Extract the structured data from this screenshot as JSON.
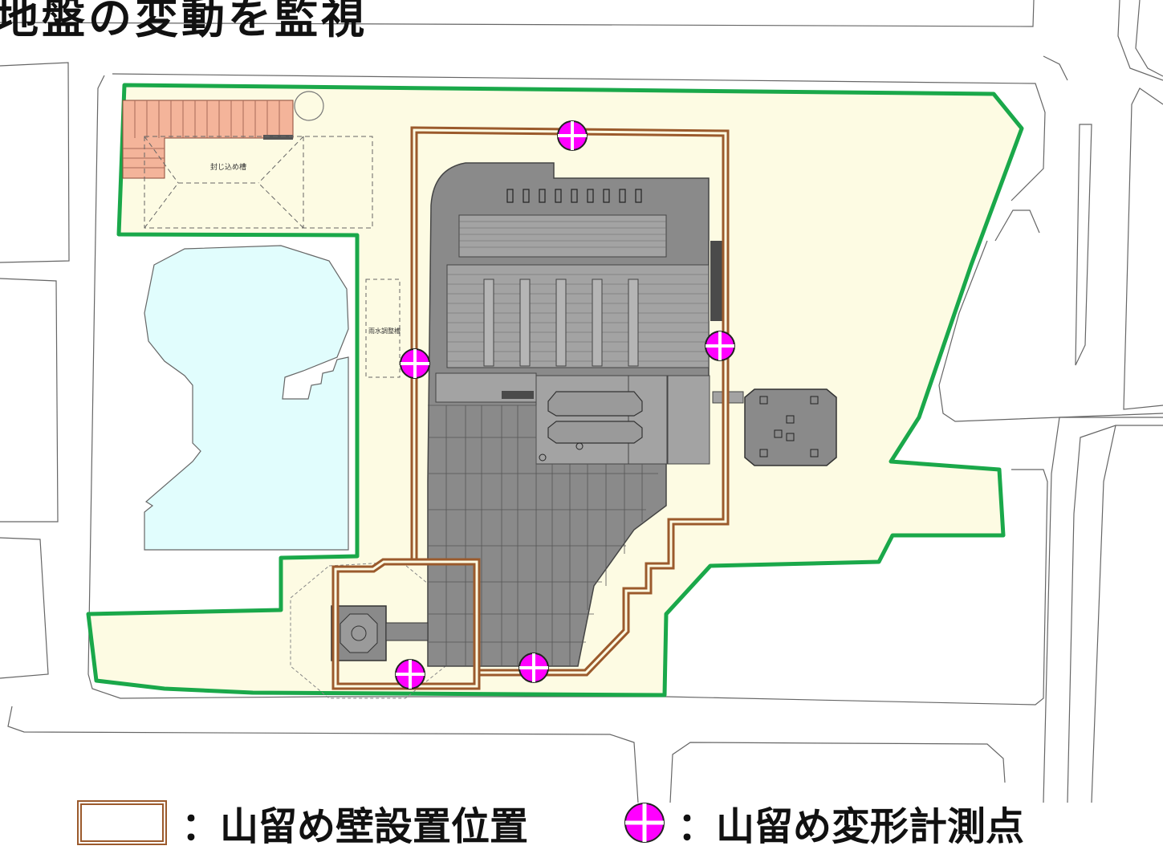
{
  "title": "地盤の変動を監視",
  "map": {
    "labels": {
      "sealed_tank": "封じ込め槽",
      "rain_tank": "雨水調整槽"
    },
    "colors": {
      "site_boundary": "#1aa84a",
      "site_fill": "#fdfbe3",
      "retaining_wall": "#9b5a2c",
      "measurement_point": "#ff00ff",
      "building": "#8a8a8a",
      "pond": "#e1fdfd",
      "stairs": "#f4b49a"
    }
  },
  "legend": {
    "wall_label": "：山留め壁設置位置",
    "point_label": "：山留め変形計測点"
  }
}
